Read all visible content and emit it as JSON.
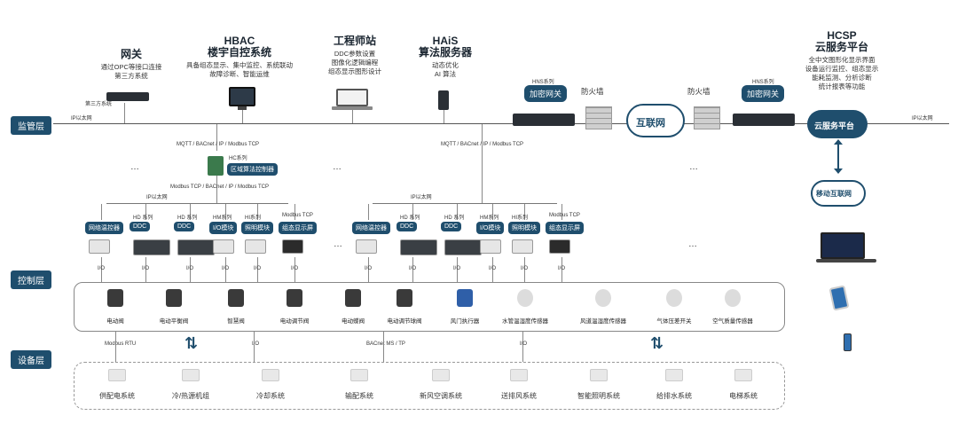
{
  "layers": {
    "mgmt": "监管层",
    "control": "控制层",
    "device": "设备层"
  },
  "top": {
    "gateway": {
      "title": "网关",
      "lines": [
        "通过OPC等接口连接",
        "第三方系统"
      ],
      "device_label": "第三方系统"
    },
    "hbac": {
      "title1": "HBAC",
      "title2": "楼宇自控系统",
      "lines": [
        "具备组态显示、集中监控、系统联动",
        "故障诊断、智能运维"
      ]
    },
    "engineer": {
      "title": "工程师站",
      "lines": [
        "DDC参数设置",
        "图像化逻辑编程",
        "组态显示图形设计"
      ]
    },
    "hais": {
      "title1": "HAiS",
      "title2": "算法服务器",
      "lines": [
        "动态优化",
        "AI 算法"
      ]
    },
    "hcsp": {
      "title1": "HCSP",
      "title2": "云服务平台",
      "lines": [
        "全中文图形化显示界面",
        "设备运行监控、组态显示",
        "能耗监测、分析诊断",
        "统计报表等功能"
      ]
    }
  },
  "network": {
    "ip_left": "IP以太网",
    "ip_right": "IP以太网",
    "hns_series_1": "HNS系列",
    "hns_series_2": "HNS系列",
    "encrypt_gw_1": "加密网关",
    "encrypt_gw_2": "加密网关",
    "firewall_1": "防火墙",
    "firewall_2": "防火墙",
    "internet": "互联网",
    "cloud_platform": "云服务平台",
    "mobile_internet": "移动互联网",
    "protocol_1": "MQTT / BACnet / IP / Modbus TCP",
    "protocol_2": "MQTT / BACnet / IP / Modbus TCP",
    "hc_series": "HC系列",
    "hc_label": "区域算法控制器",
    "protocol_sub": "Modbus TCP / BACnet / IP / Modbus TCP",
    "ip_eth_l": "IP以太网",
    "ip_eth_r": "IP以太网"
  },
  "control_groups": [
    {
      "items": [
        {
          "series": "",
          "label": "网络温控器"
        },
        {
          "series": "HD 系列",
          "label": "DDC"
        },
        {
          "series": "HD 系列",
          "label": "DDC"
        },
        {
          "series": "HM系列",
          "label": "I/O模块"
        },
        {
          "series": "HI系列",
          "label": "照明模块"
        },
        {
          "series": "Modbus TCP",
          "label": "组态显示屏"
        }
      ]
    },
    {
      "items": [
        {
          "series": "",
          "label": "网络温控器"
        },
        {
          "series": "HD 系列",
          "label": "DDC"
        },
        {
          "series": "HD 系列",
          "label": "DDC"
        },
        {
          "series": "HM系列",
          "label": "I/O模块"
        },
        {
          "series": "HI系列",
          "label": "照明模块"
        },
        {
          "series": "Modbus TCP",
          "label": "组态显示屏"
        }
      ]
    }
  ],
  "io_label": "I/O",
  "field_devices": [
    "电动阀",
    "电动平衡阀",
    "智慧阀",
    "电动调节阀",
    "电动蝶阀",
    "电动调节球阀",
    "风门执行器",
    "水管温湿度传感器",
    "风道温湿度传感器",
    "气体压差开关",
    "空气质量传感器"
  ],
  "bus_labels": [
    "Modbus RTU",
    "I/O",
    "BACnet MS / TP",
    "I/O"
  ],
  "systems": [
    "供配电系统",
    "冷/热源机组",
    "冷却系统",
    "输配系统",
    "新风空调系统",
    "送排风系统",
    "智能照明系统",
    "给排水系统",
    "电梯系统"
  ],
  "ellipsis": "…",
  "colors": {
    "accent": "#1f4e6d",
    "line": "#777777"
  }
}
